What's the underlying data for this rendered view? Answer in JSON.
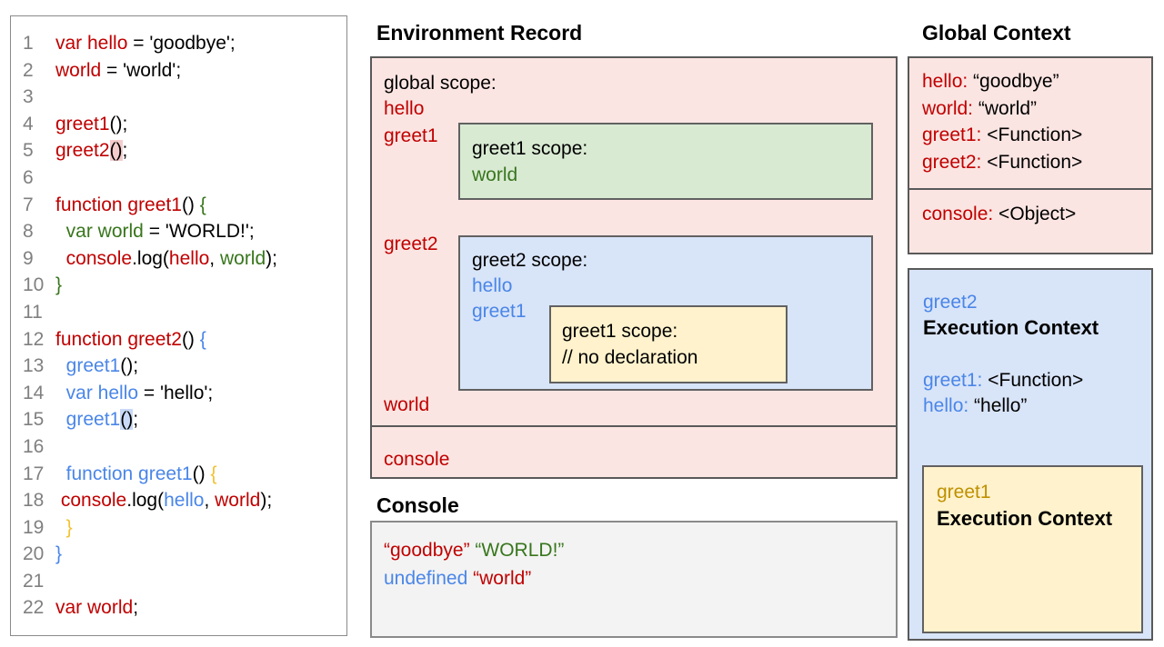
{
  "palette": {
    "box_pink": "#fbe5e2",
    "box_green": "#d9ead3",
    "box_blue": "#d8e4f8",
    "box_yellow": "#fff2cc",
    "box_gray": "#f3f3f3",
    "border_gray": "#595959",
    "text_black": "#000000",
    "text_red": "#c00000",
    "text_green": "#38761d",
    "text_blue": "#4a86e8",
    "text_gold": "#f1c232",
    "text_golddark": "#bf9000",
    "line_number_gray": "#808080",
    "hl_pink": "#f4cccc",
    "hl_blue": "#c9daf8"
  },
  "code_panel": {
    "lines": [
      {
        "n": "1",
        "tokens": [
          {
            "t": "var hello",
            "c": "red"
          },
          {
            "t": " = 'goodbye';",
            "c": "black"
          }
        ]
      },
      {
        "n": "2",
        "tokens": [
          {
            "t": "world",
            "c": "red"
          },
          {
            "t": " = 'world';",
            "c": "black"
          }
        ]
      },
      {
        "n": "3",
        "tokens": []
      },
      {
        "n": "4",
        "tokens": [
          {
            "t": "greet1",
            "c": "red"
          },
          {
            "t": "();",
            "c": "black"
          }
        ]
      },
      {
        "n": "5",
        "tokens": [
          {
            "t": "greet2",
            "c": "red"
          },
          {
            "t": "()",
            "c": "black",
            "h": "pink"
          },
          {
            "t": ";",
            "c": "black"
          }
        ]
      },
      {
        "n": "6",
        "tokens": []
      },
      {
        "n": "7",
        "tokens": [
          {
            "t": "function greet1",
            "c": "red"
          },
          {
            "t": "() ",
            "c": "black"
          },
          {
            "t": "{",
            "c": "green"
          }
        ]
      },
      {
        "n": "8",
        "tokens": [
          {
            "t": "  ",
            "c": "black"
          },
          {
            "t": "var world",
            "c": "green"
          },
          {
            "t": " = 'WORLD!';",
            "c": "black"
          }
        ]
      },
      {
        "n": "9",
        "tokens": [
          {
            "t": "  ",
            "c": "black"
          },
          {
            "t": "console",
            "c": "red"
          },
          {
            "t": ".log(",
            "c": "black"
          },
          {
            "t": "hello",
            "c": "red"
          },
          {
            "t": ", ",
            "c": "black"
          },
          {
            "t": "world",
            "c": "green"
          },
          {
            "t": ");",
            "c": "black"
          }
        ]
      },
      {
        "n": "10",
        "tokens": [
          {
            "t": "}",
            "c": "green"
          }
        ]
      },
      {
        "n": "11",
        "tokens": []
      },
      {
        "n": "12",
        "tokens": [
          {
            "t": "function greet2",
            "c": "red"
          },
          {
            "t": "() ",
            "c": "black"
          },
          {
            "t": "{",
            "c": "blue"
          }
        ]
      },
      {
        "n": "13",
        "tokens": [
          {
            "t": "  ",
            "c": "black"
          },
          {
            "t": "greet1",
            "c": "blue"
          },
          {
            "t": "();",
            "c": "black"
          }
        ]
      },
      {
        "n": "14",
        "tokens": [
          {
            "t": "  ",
            "c": "black"
          },
          {
            "t": "var hello",
            "c": "blue"
          },
          {
            "t": " = 'hello';",
            "c": "black"
          }
        ]
      },
      {
        "n": "15",
        "tokens": [
          {
            "t": "  ",
            "c": "black"
          },
          {
            "t": "greet1",
            "c": "blue"
          },
          {
            "t": "()",
            "c": "black",
            "h": "blue"
          },
          {
            "t": ";",
            "c": "black"
          }
        ]
      },
      {
        "n": "16",
        "tokens": []
      },
      {
        "n": "17",
        "tokens": [
          {
            "t": "  ",
            "c": "black"
          },
          {
            "t": "function greet1",
            "c": "blue"
          },
          {
            "t": "() ",
            "c": "black"
          },
          {
            "t": "{",
            "c": "gold"
          }
        ]
      },
      {
        "n": "18",
        "tokens": [
          {
            "t": " ",
            "c": "black"
          },
          {
            "t": "console",
            "c": "red"
          },
          {
            "t": ".log(",
            "c": "black"
          },
          {
            "t": "hello",
            "c": "blue"
          },
          {
            "t": ", ",
            "c": "black"
          },
          {
            "t": "world",
            "c": "red"
          },
          {
            "t": ");",
            "c": "black"
          }
        ]
      },
      {
        "n": "19",
        "tokens": [
          {
            "t": "  ",
            "c": "black"
          },
          {
            "t": "}",
            "c": "gold"
          }
        ]
      },
      {
        "n": "20",
        "tokens": [
          {
            "t": "}",
            "c": "blue"
          }
        ]
      },
      {
        "n": "21",
        "tokens": []
      },
      {
        "n": "22",
        "tokens": [
          {
            "t": "var world",
            "c": "red"
          },
          {
            "t": ";",
            "c": "black"
          }
        ]
      }
    ]
  },
  "environment_record": {
    "title": "Environment Record",
    "global_scope_label": "global scope:",
    "hello_label": "hello",
    "greet1_label": "greet1",
    "greet2_label": "greet2",
    "world_label": "world",
    "console_label": "console",
    "greet1_scope": {
      "title": "greet1 scope:",
      "world": "world"
    },
    "greet2_scope": {
      "title": "greet2 scope:",
      "hello": "hello",
      "greet1": "greet1",
      "inner_greet1_scope": {
        "title": "greet1 scope:",
        "comment": "// no declaration"
      }
    }
  },
  "console_panel": {
    "title": "Console",
    "lines": [
      [
        {
          "t": "“goodbye”",
          "c": "red"
        },
        {
          "t": " ",
          "c": "black"
        },
        {
          "t": "“WORLD!”",
          "c": "green"
        }
      ],
      [
        {
          "t": "undefined",
          "c": "blue"
        },
        {
          "t": " ",
          "c": "black"
        },
        {
          "t": "“world”",
          "c": "red"
        }
      ]
    ]
  },
  "global_context": {
    "title": "Global Context",
    "rows": [
      [
        {
          "t": "hello:",
          "c": "red"
        },
        {
          "t": " “goodbye”",
          "c": "black"
        }
      ],
      [
        {
          "t": "world:",
          "c": "red"
        },
        {
          "t": " “world”",
          "c": "black"
        }
      ],
      [
        {
          "t": "greet1:",
          "c": "red"
        },
        {
          "t": " <Function>",
          "c": "black"
        }
      ],
      [
        {
          "t": "greet2:",
          "c": "red"
        },
        {
          "t": " <Function>",
          "c": "black"
        }
      ]
    ],
    "console_row": [
      {
        "t": "console:",
        "c": "red"
      },
      {
        "t": " <Object>",
        "c": "black"
      }
    ]
  },
  "greet2_context": {
    "name": "greet2",
    "heading": "Execution Context",
    "rows": [
      [
        {
          "t": "greet1:",
          "c": "blue"
        },
        {
          "t": " <Function>",
          "c": "black"
        }
      ],
      [
        {
          "t": "hello:",
          "c": "blue"
        },
        {
          "t": " “hello”",
          "c": "black"
        }
      ]
    ],
    "greet1_context": {
      "name": "greet1",
      "heading": "Execution Context"
    }
  }
}
